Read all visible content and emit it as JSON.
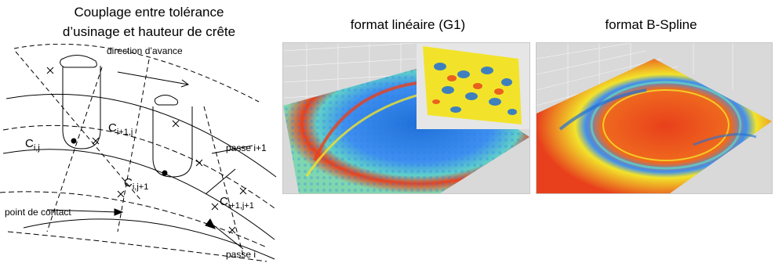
{
  "left": {
    "title_line1": "Couplage entre tolérance",
    "title_line2": "d’usinage et hauteur de crête",
    "direction": "direction d’avance",
    "passe_next": "passe i+1",
    "passe": "passe i",
    "contact": "point de contact",
    "c_ij": {
      "base": "C",
      "sub": "i,j"
    },
    "c_i1j": {
      "base": "C",
      "sub": "i+1,j"
    },
    "c_ij1": {
      "base": "C",
      "sub": "i,j+1"
    },
    "c_i1j1": {
      "base": "C",
      "sub": "i+1,j+1"
    }
  },
  "middle": {
    "title": "format linéaire (G1)"
  },
  "right": {
    "title": "format B-Spline"
  },
  "colors": {
    "surface_red": "#e8401c",
    "surface_yellow": "#f2e32a",
    "surface_cyan": "#5fd0c8",
    "surface_blue": "#1f6fd8"
  }
}
